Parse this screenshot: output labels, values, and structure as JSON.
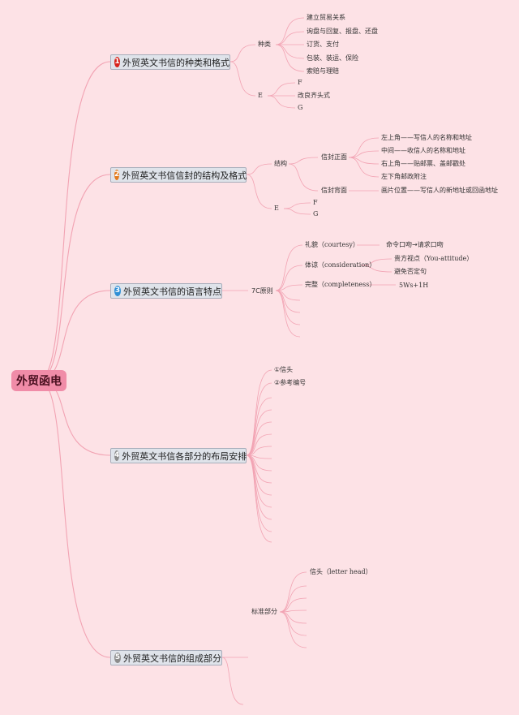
{
  "root": {
    "label": "外贸函电"
  },
  "colors": {
    "background": "#fde2e6",
    "branch_line": "#f2a3b3",
    "topic_fill": "#dfe3ea",
    "num1": "#d8231c",
    "num2": "#e37b1e",
    "num3": "#2f8fd6",
    "num4": "#8c8c8c",
    "num5": "#8c8c8c"
  },
  "topics": [
    {
      "num": "1",
      "label": "外贸英文书信的种类和格式",
      "children": [
        {
          "label": "种类",
          "children": [
            "建立贸易关系",
            "询盘与回复、报盘、还盘",
            "订货、支付",
            "包装、装运、保险",
            "索赔与理赔"
          ]
        },
        {
          "label": "E",
          "children": [
            "F",
            "改良齐头式",
            "G"
          ]
        }
      ]
    },
    {
      "num": "2",
      "label": "外贸英文书信信封的结构及格式",
      "children": [
        {
          "label": "结构",
          "children": [
            {
              "label": "信封正面",
              "children": [
                "左上角——写信人的名称和地址",
                "中间——收信人的名称和地址",
                "右上角——贴邮票、盖邮戳处",
                "左下角邮政附注"
              ]
            },
            {
              "label": "信封背面",
              "children": [
                "画片位置——写信人的新地址或回函地址"
              ]
            }
          ]
        },
        {
          "label": "E",
          "children": [
            "F",
            "G"
          ]
        }
      ]
    },
    {
      "num": "3",
      "label": "外贸英文书信的语言特点",
      "children": [
        {
          "label": "7C原则",
          "children": [
            {
              "label": "礼貌（courtesy）",
              "children": [
                "命令口吻→请求口吻"
              ]
            },
            {
              "label": "体谅（consideration）",
              "children": [
                "贵方视点（You-attitude）",
                "避免否定句"
              ]
            },
            {
              "label": "完整（completeness）",
              "children": [
                "5Ws+1H"
              ]
            }
          ]
        }
      ]
    },
    {
      "num": "4",
      "label": "外贸英文书信各部分的布局安排",
      "children": [
        "①信头",
        "②参考编号"
      ]
    },
    {
      "num": "5",
      "label": "外贸英文书信的组成部分",
      "children": [
        {
          "label": "标准部分",
          "children": [
            "信头（letter head）"
          ]
        }
      ]
    }
  ]
}
